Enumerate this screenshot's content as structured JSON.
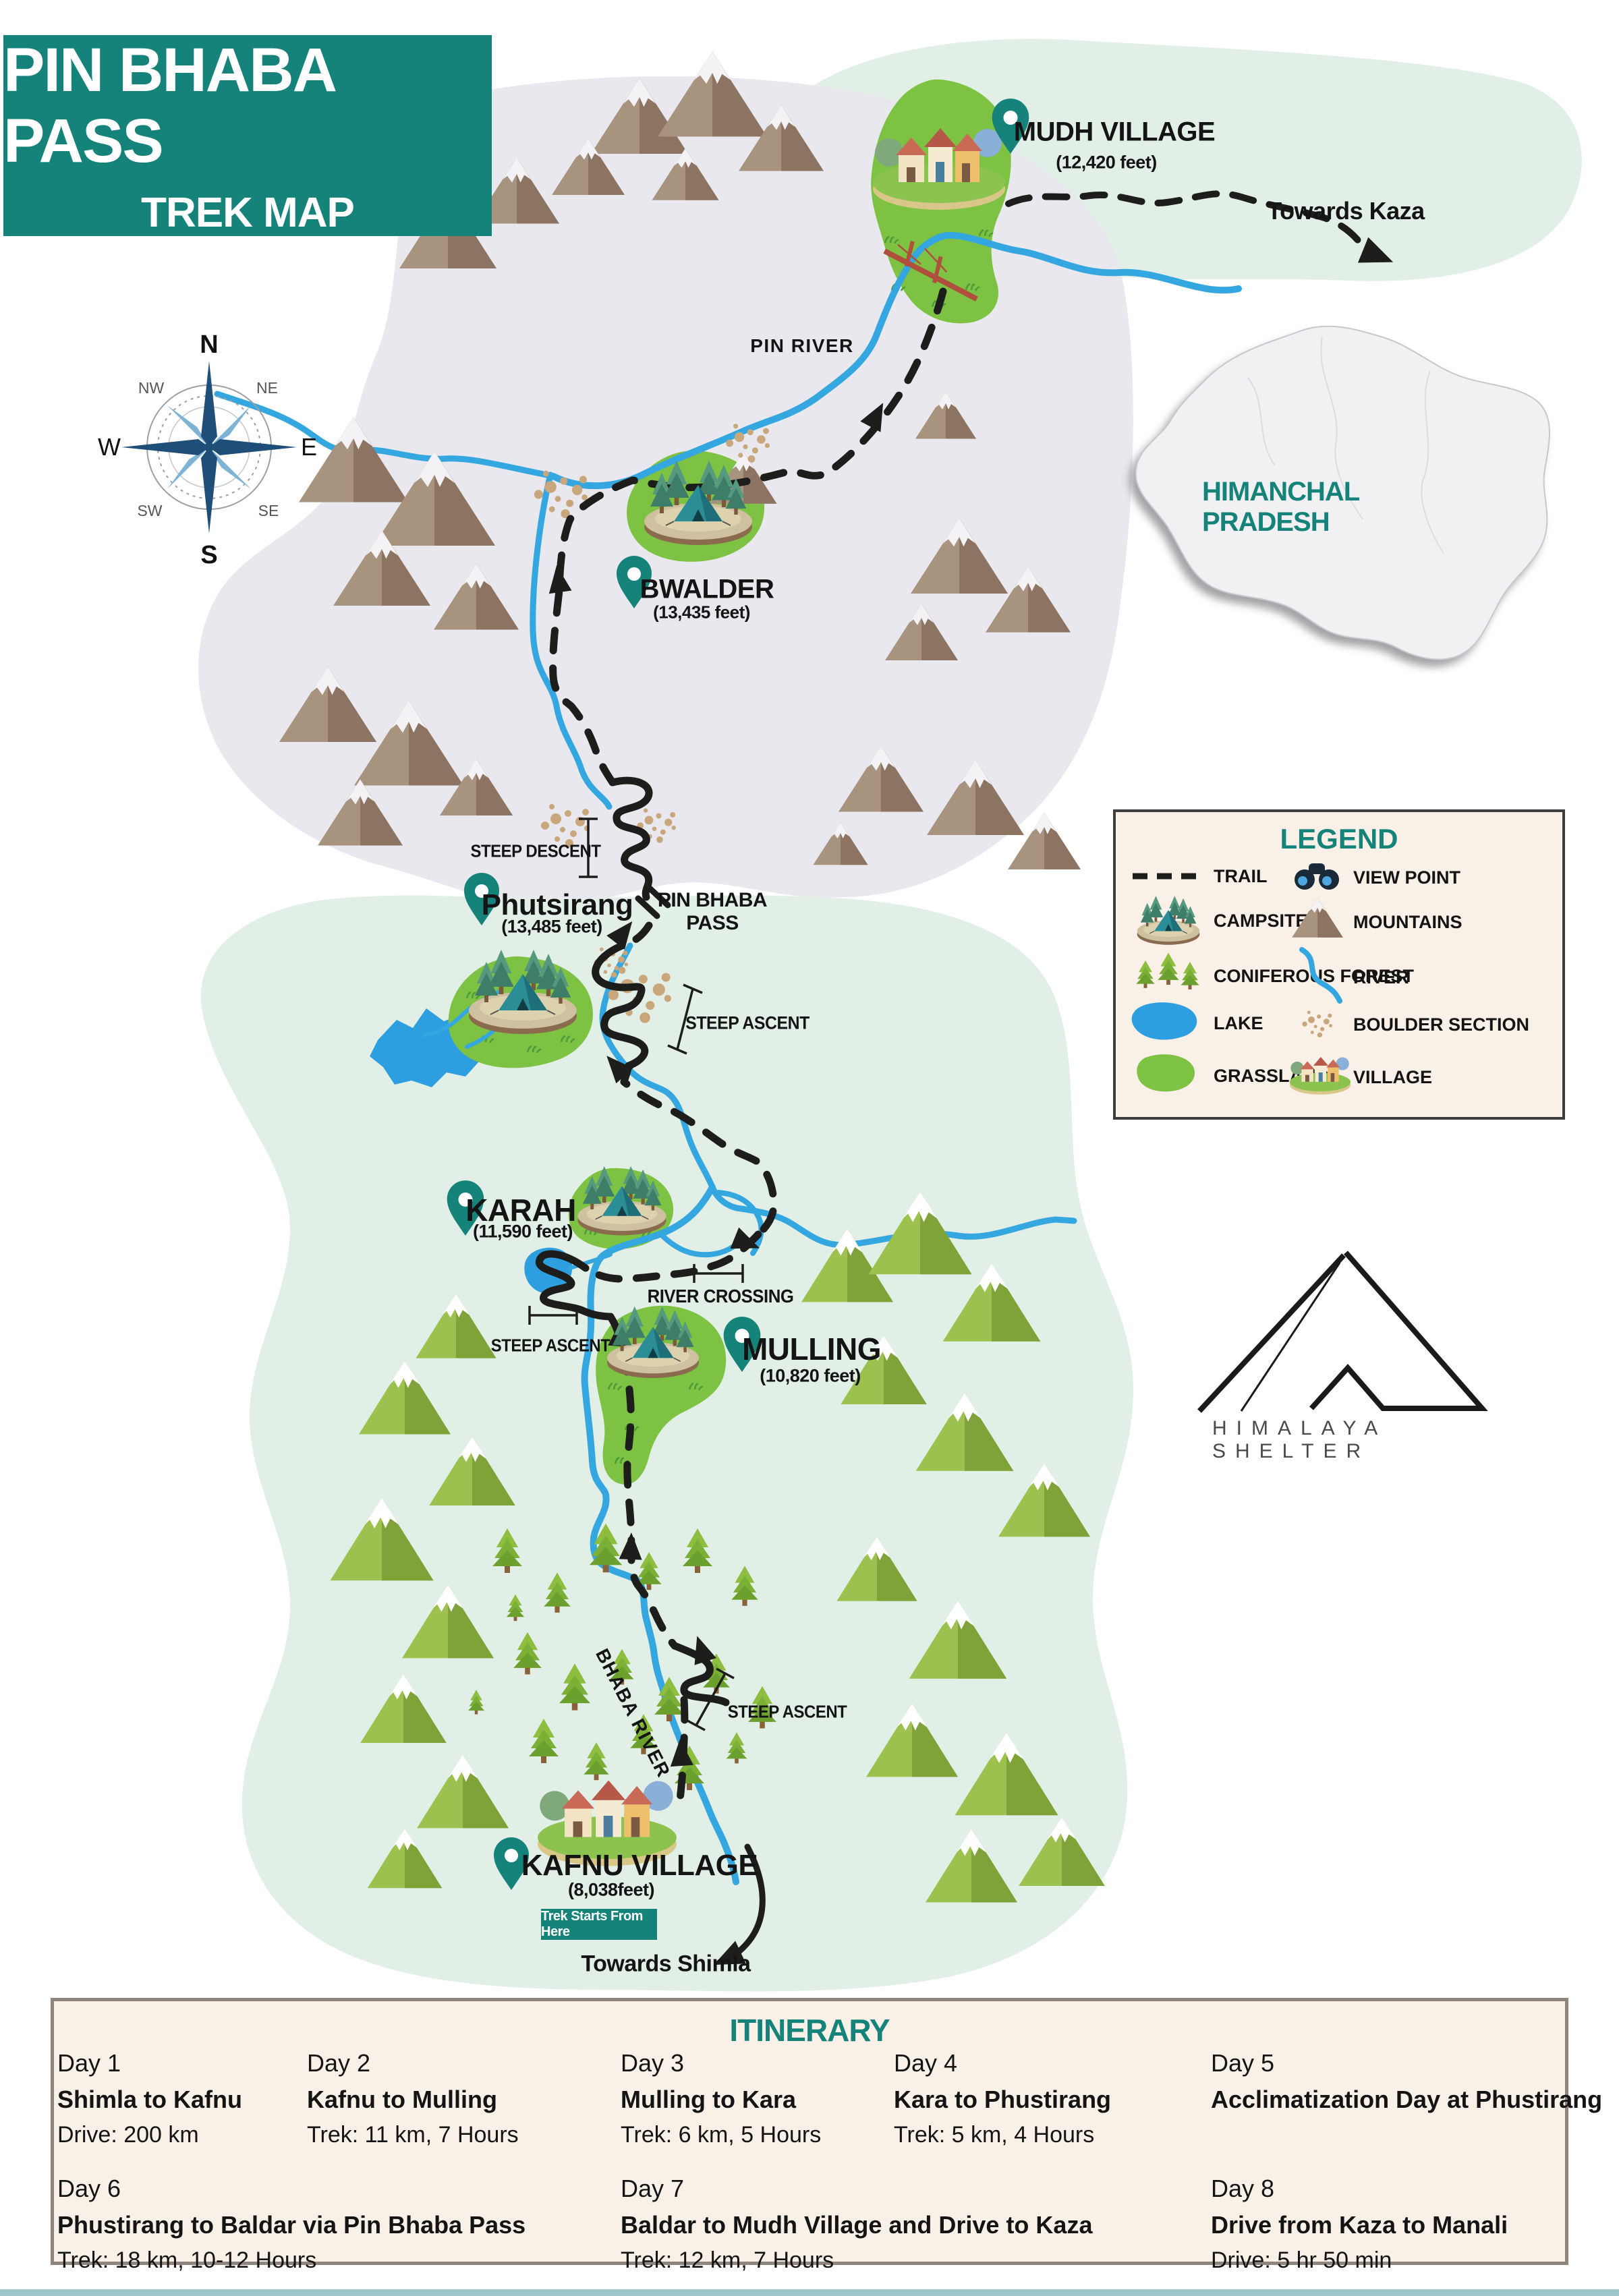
{
  "title": {
    "line1": "PIN BHABA PASS",
    "line2": "TREK MAP"
  },
  "compass": {
    "n": "N",
    "ne": "NE",
    "e": "E",
    "se": "SE",
    "s": "S",
    "sw": "SW",
    "w": "W",
    "nw": "NW"
  },
  "region_map": {
    "label": "HIMANCHAL PRADESH"
  },
  "logo": {
    "name": "HIMALAYA SHELTER"
  },
  "colors": {
    "accent_teal": "#16837B",
    "river_blue": "#35A7E0",
    "trail_black": "#1D1D1B",
    "grass_green": "#7DC242",
    "panel_cream": "#F9F1E7",
    "terrain_grey": "#E9E8EE",
    "terrain_mint": "#E2EFE6",
    "mountain_brown": "#8F7766",
    "boulder_tan": "#C9A77C"
  },
  "map": {
    "locations": [
      {
        "name": "MUDH VILLAGE",
        "elevation": "(12,420 feet)"
      },
      {
        "name": "BWALDER",
        "elevation": "(13,435 feet)"
      },
      {
        "name": "Phutsirang",
        "elevation": "(13,485 feet)"
      },
      {
        "name": "KARAH",
        "elevation": "(11,590 feet)"
      },
      {
        "name": "MULLING",
        "elevation": "(10,820 feet)"
      },
      {
        "name": "KAFNU VILLAGE",
        "elevation": "(8,038feet)"
      }
    ],
    "annotations": {
      "pin_river": "PIN RIVER",
      "bhaba_river": "BHABA RIVER",
      "pass": "PIN BHABA PASS",
      "steep_descent": "STEEP DESCENT",
      "steep_ascent": "STEEP ASCENT",
      "river_crossing": "RIVER CROSSING",
      "towards_kaza": "Towards Kaza",
      "towards_shimla": "Towards Shimla",
      "trek_start": "Trek Starts From Here"
    }
  },
  "legend": {
    "title": "LEGEND",
    "left": [
      {
        "icon": "trail-icon",
        "label": "TRAIL"
      },
      {
        "icon": "campsite-icon",
        "label": "CAMPSITE"
      },
      {
        "icon": "coniferous-forest-icon",
        "label": "CONIFEROUS FOREST"
      },
      {
        "icon": "lake-icon",
        "label": "LAKE"
      },
      {
        "icon": "grassland-icon",
        "label": "GRASSLAND"
      }
    ],
    "right": [
      {
        "icon": "view-point-icon",
        "label": "VIEW POINT"
      },
      {
        "icon": "mountains-icon",
        "label": "MOUNTAINS"
      },
      {
        "icon": "river-icon",
        "label": "RIVER"
      },
      {
        "icon": "boulder-section-icon",
        "label": "BOULDER SECTION"
      },
      {
        "icon": "village-icon",
        "label": "VILLAGE"
      }
    ]
  },
  "itinerary": {
    "title": "ITINERARY",
    "days": [
      {
        "day": "Day 1",
        "route": "Shimla to Kafnu",
        "detail": "Drive:  200 km"
      },
      {
        "day": "Day 2",
        "route": "Kafnu to Mulling",
        "detail": "Trek: 11 km, 7 Hours"
      },
      {
        "day": "Day 3",
        "route": "Mulling to Kara",
        "detail": "Trek: 6 km, 5 Hours"
      },
      {
        "day": "Day 4",
        "route": "Kara to Phustirang",
        "detail": "Trek: 5 km, 4 Hours"
      },
      {
        "day": "Day 5",
        "route": "Acclimatization Day at Phustirang",
        "detail": ""
      },
      {
        "day": "Day 6",
        "route": "Phustirang to Baldar via Pin Bhaba Pass",
        "detail": "Trek: 18 km, 10-12 Hours"
      },
      {
        "day": "Day 7",
        "route": "Baldar to Mudh Village and Drive to Kaza",
        "detail": "Trek: 12 km, 7 Hours"
      },
      {
        "day": "Day 8",
        "route": "Drive from Kaza to Manali",
        "detail": "Drive: 5 hr 50 min"
      }
    ]
  }
}
